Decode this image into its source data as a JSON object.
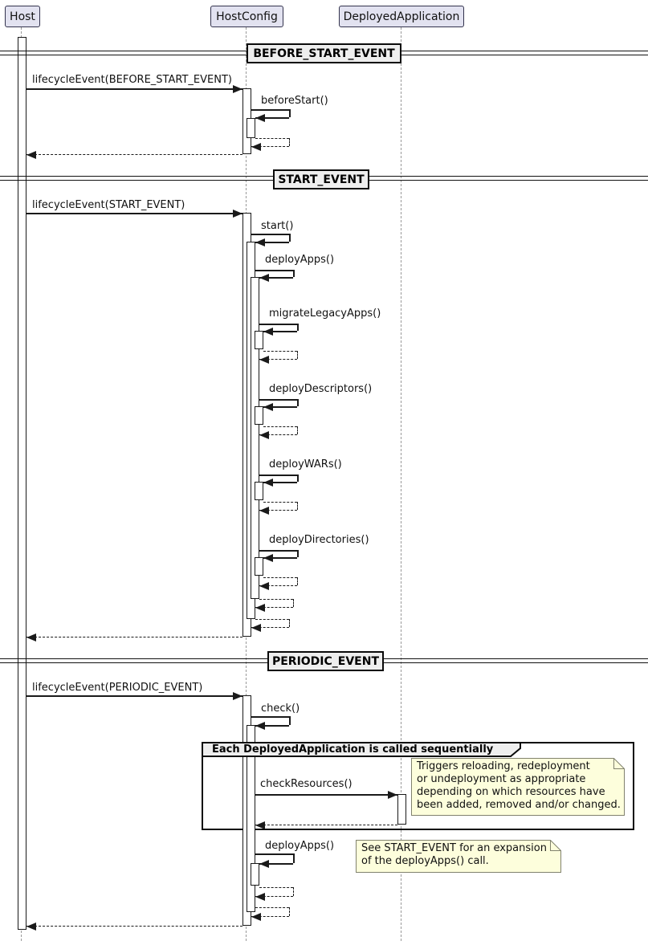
{
  "participants": {
    "host": "Host",
    "host_config": "HostConfig",
    "deployed_application": "DeployedApplication"
  },
  "dividers": {
    "before_start": "BEFORE_START_EVENT",
    "start": "START_EVENT",
    "periodic": "PERIODIC_EVENT"
  },
  "messages": {
    "lifecycle_before_start": "lifecycleEvent(BEFORE_START_EVENT)",
    "before_start": "beforeStart()",
    "lifecycle_start": "lifecycleEvent(START_EVENT)",
    "start": "start()",
    "deploy_apps": "deployApps()",
    "migrate_legacy_apps": "migrateLegacyApps()",
    "deploy_descriptors": "deployDescriptors()",
    "deploy_wars": "deployWARs()",
    "deploy_directories": "deployDirectories()",
    "lifecycle_periodic": "lifecycleEvent(PERIODIC_EVENT)",
    "check": "check()",
    "check_resources": "checkResources()"
  },
  "group": {
    "label": "Each DeployedApplication is called sequentially"
  },
  "notes": {
    "check_resources_note": "Triggers reloading, redeployment\nor undeployment as appropriate\ndepending on which resources have\nbeen added, removed and/or changed.",
    "deploy_apps_note": "See START_EVENT for an expansion\nof the deployApps() call."
  },
  "colors": {
    "participant_fill": "#E2E2F0",
    "divider_fill": "#EEEEEE",
    "note_fill": "#FDFEDC",
    "note_border": "#81826E",
    "line": "#1A1A1A",
    "lifeline": "#999999"
  }
}
